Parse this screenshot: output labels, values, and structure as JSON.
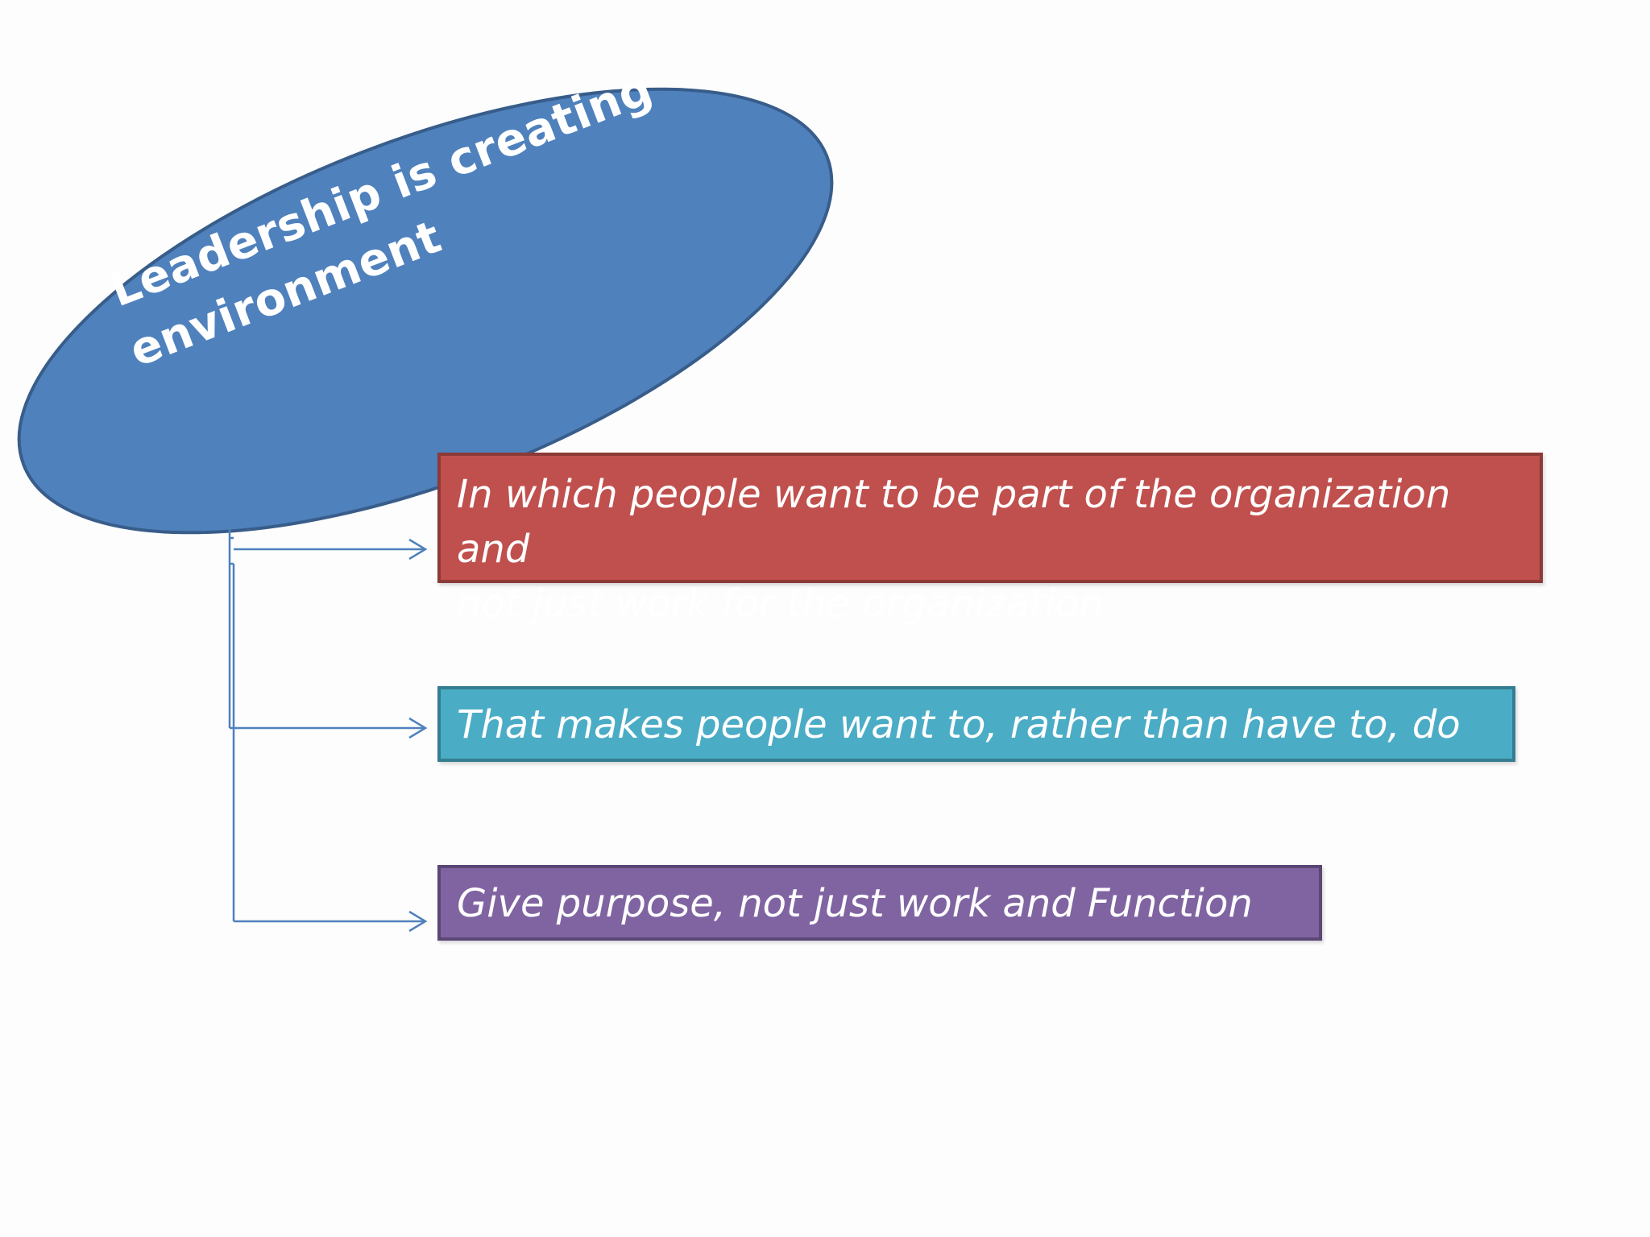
{
  "diagram": {
    "central_node": {
      "line1": "Leadership is creating",
      "line2": "environment"
    },
    "boxes": [
      {
        "line1": "In which people want to be part of the organization and",
        "line2": "not just work for the organization",
        "color": "#c0504d"
      },
      {
        "text": "That makes people want to, rather than have to, do",
        "color": "#4bacc6"
      },
      {
        "text": "Give purpose, not just work and Function",
        "color": "#8064a2"
      }
    ],
    "colors": {
      "ellipse_fill": "#4f81bd",
      "ellipse_border": "#385d8a",
      "connector": "#4f81bd"
    }
  }
}
